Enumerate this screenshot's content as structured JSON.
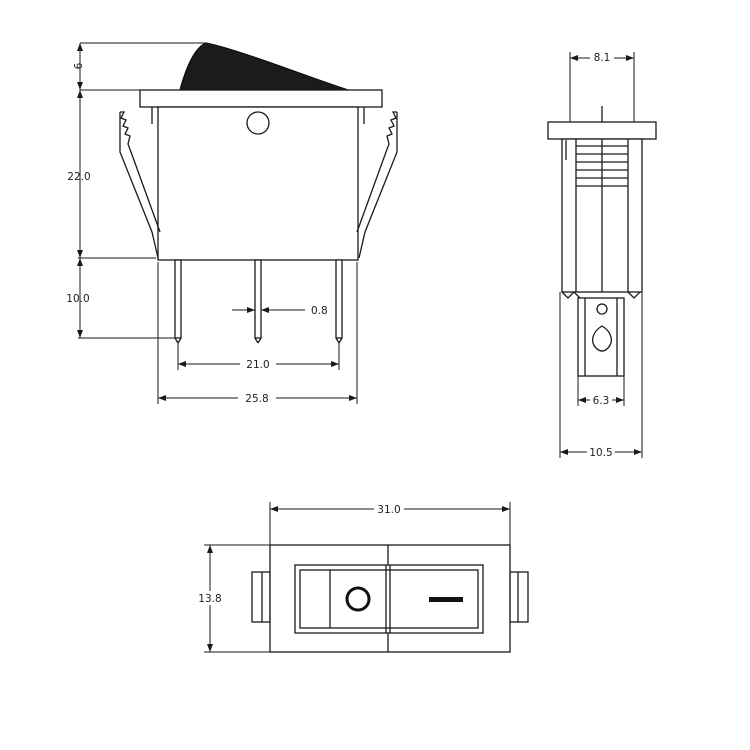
{
  "diagram": {
    "front_view": {
      "dim_actuator_height": "6",
      "dim_body_height": "22.0",
      "dim_terminal_length": "10.0",
      "dim_terminal_thickness": "0.8",
      "dim_terminal_pitch": "21.0",
      "dim_body_width": "25.8"
    },
    "side_view": {
      "dim_top_width": "8.1",
      "dim_terminal_width": "6.3",
      "dim_overall_depth": "10.5"
    },
    "top_view": {
      "dim_overall_length": "31.0",
      "dim_overall_height": "13.8",
      "off_symbol": "O",
      "on_symbol": "I"
    }
  }
}
